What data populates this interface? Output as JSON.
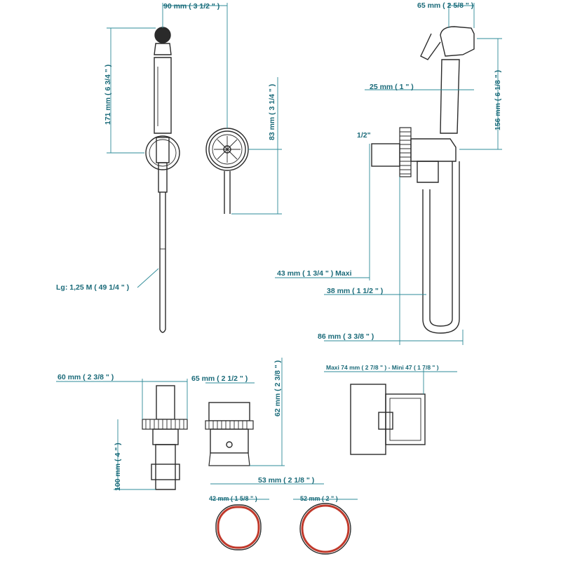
{
  "dimensions": {
    "hose_width": "90 mm ( 3 1/2 \" )",
    "hose_height": "171 mm ( 6 3/4 \" )",
    "wall_plate_height": "83 mm ( 3 1/4 \" )",
    "hose_length": "Lg: 1,25 M ( 49 1/4 \" )",
    "spray_head_width": "65 mm ( 2 5/8 \" )",
    "spray_diameter": "25 mm ( 1 \" )",
    "spray_height": "156 mm ( 6 1/8 \" )",
    "thread": "1/2\"",
    "projection_max": "43 mm ( 1 3/4 \" )  Maxi",
    "projection_38": "38 mm ( 1 1/2 \" )",
    "projection_86": "86 mm ( 3 3/8 \" )",
    "valve_dia_60": "60 mm ( 2 3/8 \" )",
    "valve_dia_65": "65 mm ( 2 1/2 \" )",
    "valve_height_62": "62 mm ( 2 3/8 \" )",
    "valve_height_100": "100 mm ( 4 \" )",
    "valve_width_53": "53 mm ( 2 1/8 \" )",
    "wall_depth": "Maxi  74 mm ( 2 7/8 \" )  - Mini 47 ( 1 7/8 \" )",
    "ring_42": "42 mm ( 1 5/8 \" )",
    "ring_52": "52 mm ( 2 \" )"
  },
  "colors": {
    "dimension": "#2e8b98",
    "outline": "#2a2a2a",
    "ring": "#c0392b"
  }
}
